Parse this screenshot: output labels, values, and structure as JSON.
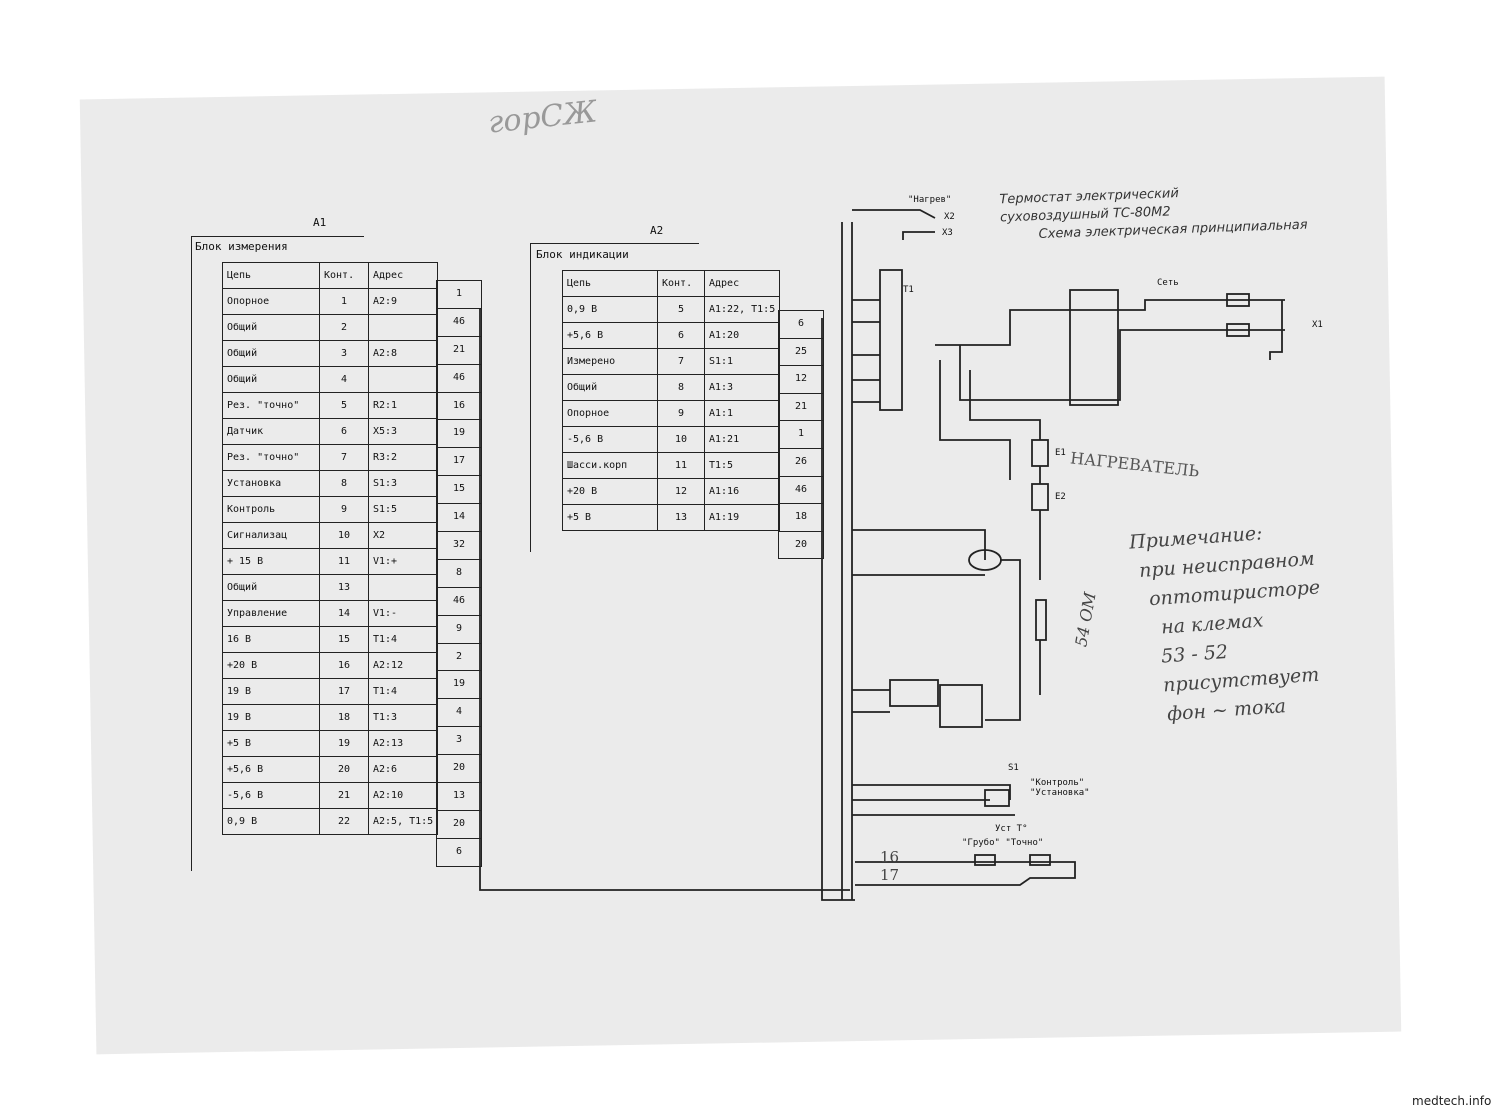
{
  "handwritten_top": "горСЖ",
  "title_lines": [
    "Термостат электрический",
    "суховоздушный ТС-80М2",
    "Схема электрическая принципиальная"
  ],
  "block_a1": {
    "designator": "А1",
    "name": "Блок измерения",
    "headers": [
      "Цепь",
      "Конт.",
      "Адрес"
    ],
    "rows": [
      [
        "Опорное",
        "1",
        "А2:9"
      ],
      [
        "Общий",
        "2",
        ""
      ],
      [
        "Общий",
        "3",
        "А2:8"
      ],
      [
        "Общий",
        "4",
        ""
      ],
      [
        "Рез. \"точно\"",
        "5",
        "R2:1"
      ],
      [
        "Датчик",
        "6",
        "Х5:3"
      ],
      [
        "Рез. \"точно\"",
        "7",
        "R3:2"
      ],
      [
        "Установка",
        "8",
        "S1:3"
      ],
      [
        "Контроль",
        "9",
        "S1:5"
      ],
      [
        "Сигнализац",
        "10",
        "Х2"
      ],
      [
        "+ 15 В",
        "11",
        "V1:+"
      ],
      [
        "Общий",
        "13",
        ""
      ],
      [
        "Управление",
        "14",
        "V1:-"
      ],
      [
        "16 В",
        "15",
        "Т1:4"
      ],
      [
        "+20 В",
        "16",
        "А2:12"
      ],
      [
        "19 В",
        "17",
        "Т1:4"
      ],
      [
        "19 В",
        "18",
        "Т1:3"
      ],
      [
        "+5 В",
        "19",
        "А2:13"
      ],
      [
        "+5,6 В",
        "20",
        "А2:6"
      ],
      [
        "-5,6 В",
        "21",
        "А2:10"
      ],
      [
        "0,9 В",
        "22",
        "А2:5, Т1:5"
      ]
    ],
    "wires": [
      "1",
      "46",
      "21",
      "46",
      "16",
      "19",
      "17",
      "15",
      "14",
      "32",
      "8",
      "46",
      "9",
      "2",
      "19",
      "4",
      "3",
      "20",
      "13",
      "20",
      "6"
    ]
  },
  "block_a2": {
    "designator": "А2",
    "name": "Блок индикации",
    "headers": [
      "Цепь",
      "Конт.",
      "Адрес"
    ],
    "rows": [
      [
        "0,9 В",
        "5",
        "А1:22, Т1:5"
      ],
      [
        "+5,6 В",
        "6",
        "А1:20"
      ],
      [
        "Измерено",
        "7",
        "S1:1"
      ],
      [
        "Общий",
        "8",
        "А1:3"
      ],
      [
        "Опорное",
        "9",
        "А1:1"
      ],
      [
        "-5,6 В",
        "10",
        "А1:21"
      ],
      [
        "Шасси.корп",
        "11",
        "Т1:5"
      ],
      [
        "+20 В",
        "12",
        "А1:16"
      ],
      [
        "+5 В",
        "13",
        "А1:19"
      ]
    ],
    "wires": [
      "6",
      "25",
      "12",
      "21",
      "1",
      "26",
      "46",
      "18",
      "20"
    ]
  },
  "schematic_labels": {
    "heater": "НАГРЕВАТЕЛЬ",
    "resistance": "54 ОМ",
    "network": "Сеть",
    "x1": "Х1",
    "x2": "Х2",
    "x3": "Х3",
    "t1": "Т1",
    "e1": "Е1",
    "e2": "Е2",
    "heating": "\"Нагрев\"",
    "control_setting": "\"Контроль\" \"Установка\"",
    "setting_precise": "\"Грубо\" \"Точно\"",
    "set_t": "Уст Т°",
    "wire_16": "16",
    "wire_17": "17",
    "s1": "S1"
  },
  "note": {
    "heading": "Примечание:",
    "lines": [
      "при неисправном",
      "оптотиристоре",
      "на клемах",
      "53 - 52",
      "присутствует",
      "фон ~ тока"
    ]
  },
  "footer": "medtech.info"
}
